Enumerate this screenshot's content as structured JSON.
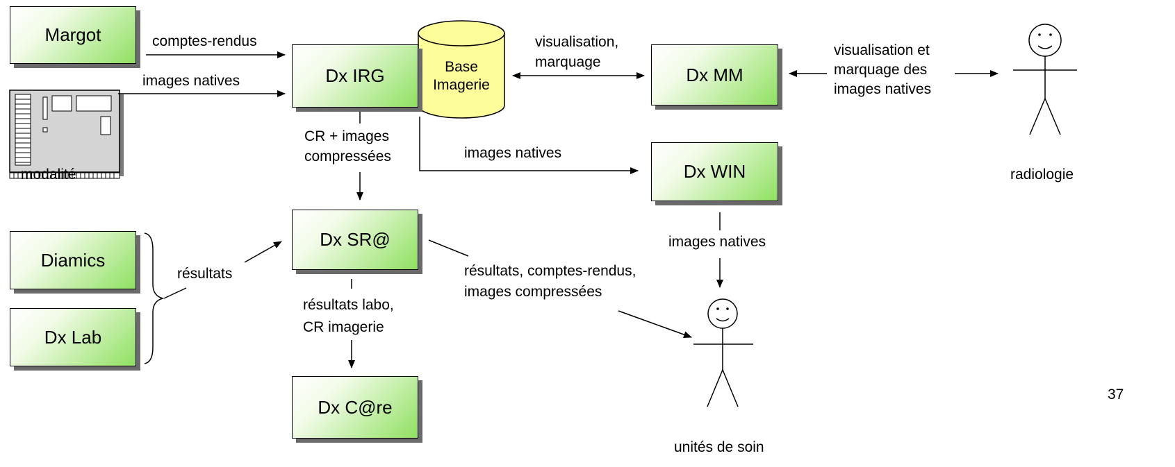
{
  "nodes": {
    "margot": "Margot",
    "dx_irg": "Dx IRG",
    "dx_mm": "Dx MM",
    "dx_win": "Dx WIN",
    "dx_sra": "Dx SR@",
    "diamics": "Diamics",
    "dx_lab": "Dx Lab",
    "dx_care": "Dx C@re"
  },
  "database": {
    "line1": "Base",
    "line2": "Imagerie"
  },
  "device": {
    "label": "modalité"
  },
  "actors": {
    "radiologie": "radiologie",
    "unites": "unités de soin"
  },
  "edges": {
    "comptes_rendus": "comptes-rendus",
    "images_natives_1": "images natives",
    "visualisation_1": "visualisation,",
    "visualisation_2": "marquage",
    "vm_1": "visualisation et",
    "vm_2": "marquage des",
    "vm_3": "images natives",
    "cr_1": "CR + images",
    "cr_2": "compressées",
    "images_natives_2": "images natives",
    "images_natives_3": "images natives",
    "resultats": "résultats",
    "rcr_1": "résultats, comptes-rendus,",
    "rcr_2": "images compressées",
    "rl_1": "résultats labo,",
    "rl_2": "CR imagerie"
  },
  "page_number": "37"
}
